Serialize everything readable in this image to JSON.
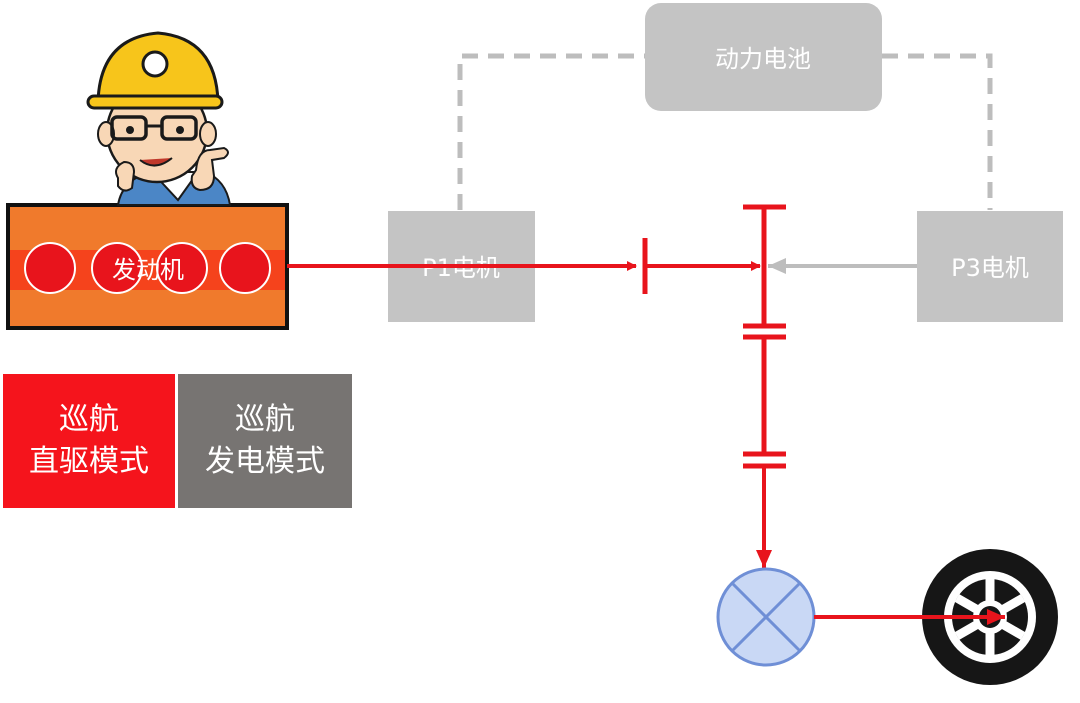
{
  "diagram": {
    "battery_label": "动力电池",
    "engine_label": "发动机",
    "p1_motor_label": "P1电机",
    "p3_motor_label": "P3电机"
  },
  "modes": [
    {
      "line1": "巡航",
      "line2": "直驱模式",
      "active": true
    },
    {
      "line1": "巡航",
      "line2": "发电模式",
      "active": false
    }
  ],
  "colors": {
    "active_flow": "#e8141c",
    "inactive_flow": "#bdbdbd",
    "engine_fill": "#f07a2c",
    "component_box": "#c4c4c4",
    "mode_active": "#f5141c",
    "mode_inactive": "#777472",
    "differential_fill": "#c9d8f5"
  },
  "icons": {
    "mascot": "engineer-mascot-icon",
    "wheel": "wheel-icon",
    "differential": "differential-icon"
  }
}
